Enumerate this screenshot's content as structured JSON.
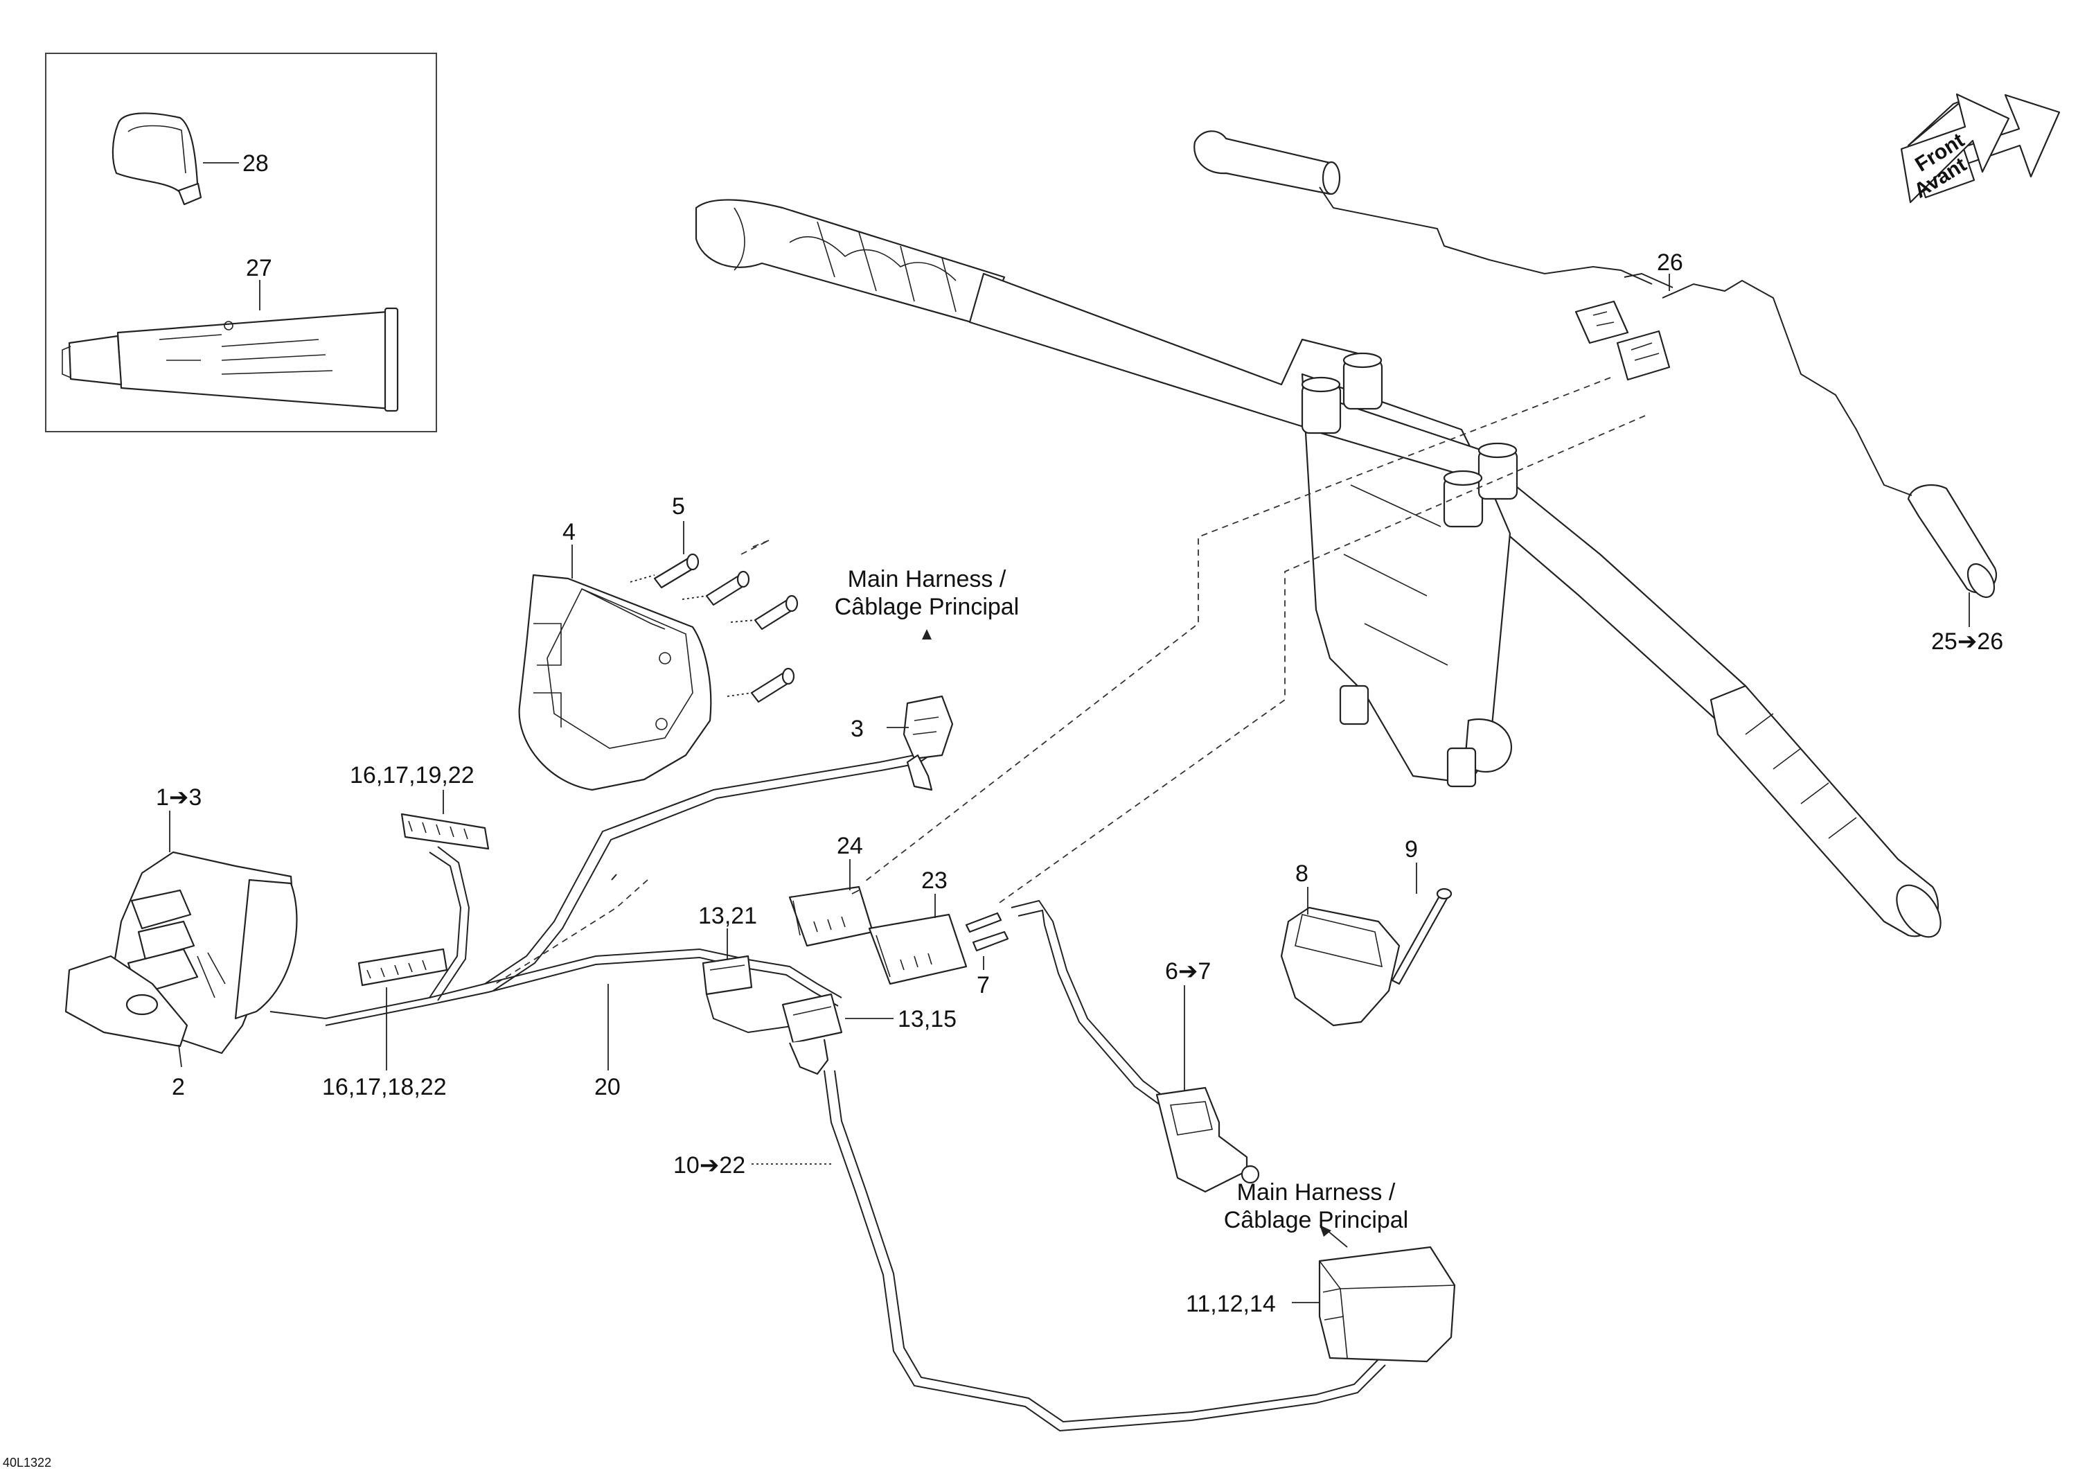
{
  "diagram": {
    "drawing_ref": "40L1322",
    "direction_arrow": {
      "line1": "Front",
      "line2": "Avant",
      "icon": "front-arrow-icon"
    },
    "notes": [
      {
        "id": "main-harness-note-top",
        "line1": "Main Harness /",
        "line2": "Câblage Principal"
      },
      {
        "id": "main-harness-note-bottom",
        "line1": "Main Harness /",
        "line2": "Câblage Principal"
      }
    ],
    "callouts": {
      "c1to3": "1➔3",
      "c2": "2",
      "c3": "3",
      "c4": "4",
      "c5": "5",
      "c6to7": "6➔7",
      "c7": "7",
      "c8": "8",
      "c9": "9",
      "c10to22": "10➔22",
      "c11_12_14": "11,12,14",
      "c13_15": "13,15",
      "c13_21": "13,21",
      "c16_17_18_22": "16,17,18,22",
      "c16_17_19_22": "16,17,19,22",
      "c20": "20",
      "c23": "23",
      "c24": "24",
      "c25to26": "25➔26",
      "c26": "26",
      "c27": "27",
      "c28": "28"
    },
    "colors": {
      "line": "#222222",
      "background": "#ffffff"
    }
  }
}
